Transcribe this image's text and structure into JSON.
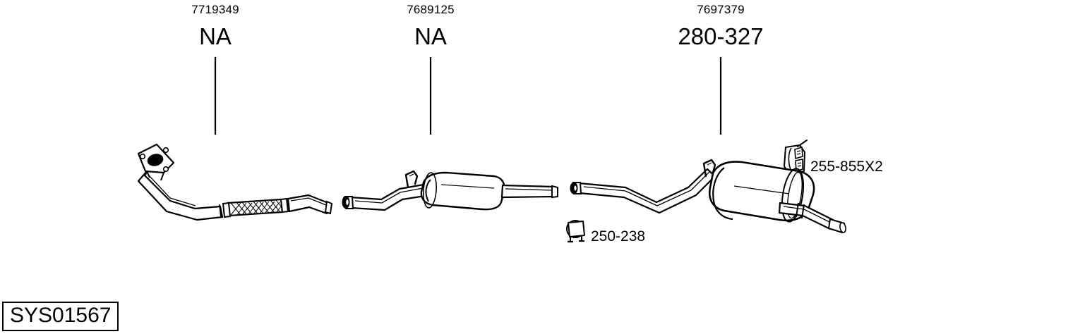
{
  "diagram": {
    "system_code": "SYS01567",
    "background_color": "#ffffff",
    "line_color": "#000000",
    "assemblies": [
      {
        "id": "front-pipe",
        "part_number": "7719349",
        "part_code": "NA",
        "component_type": "front-exhaust-pipe-with-flex"
      },
      {
        "id": "centre-silencer",
        "part_number": "7689125",
        "part_code": "NA",
        "component_type": "centre-silencer"
      },
      {
        "id": "rear-silencer",
        "part_number": "7697379",
        "part_code": "280-327",
        "component_type": "rear-silencer"
      }
    ],
    "accessories": [
      {
        "id": "clamp",
        "code": "250-238",
        "icon": "exhaust-clamp-icon"
      },
      {
        "id": "rubber-mount",
        "code": "255-855X2",
        "icon": "rubber-hanger-icon"
      }
    ]
  }
}
